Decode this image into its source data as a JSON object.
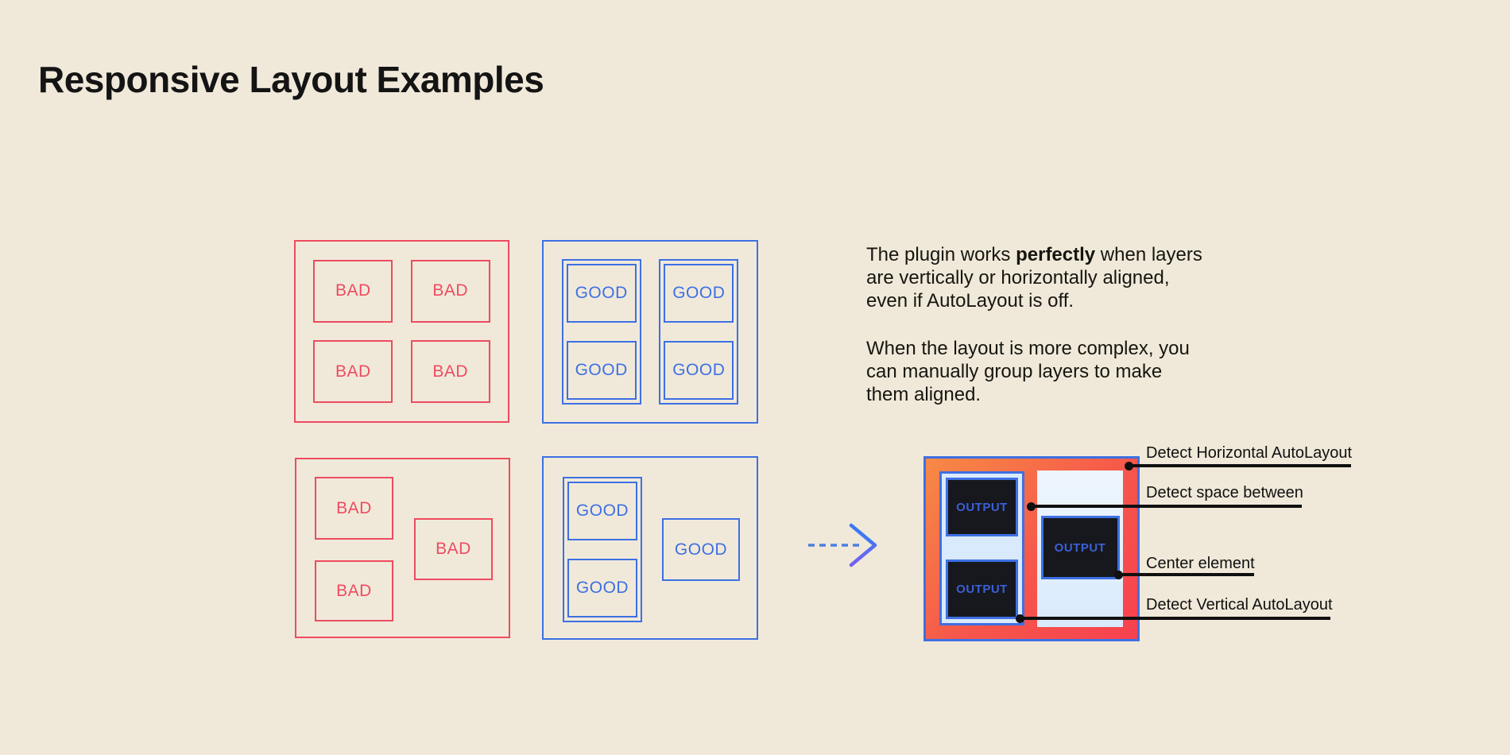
{
  "page": {
    "title": "Responsive Layout Examples"
  },
  "colors": {
    "bg": "#f0e9da",
    "ink": "#141414",
    "red": "#ee4b5f",
    "blue": "#3d70e3",
    "grad_start": "#f78a45",
    "grad_end": "#f7414f",
    "panel_light": "#d9eafc",
    "dark_box": "#16181d",
    "output_text": "#3c5fd9"
  },
  "labels": {
    "bad": "BAD",
    "good": "GOOD",
    "output": "OUTPUT"
  },
  "description": {
    "p1_prefix": "The plugin works ",
    "p1_bold": "perfectly",
    "p1_suffix": " when layers are vertically or horizontally aligned, even if AutoLayout is off.",
    "p2": "When the layout is more complex, you can manually group layers to make them aligned."
  },
  "annotations": [
    {
      "label": "Detect Horizontal AutoLayout"
    },
    {
      "label": "Detect space between"
    },
    {
      "label": "Center element"
    },
    {
      "label": "Detect Vertical AutoLayout"
    }
  ]
}
